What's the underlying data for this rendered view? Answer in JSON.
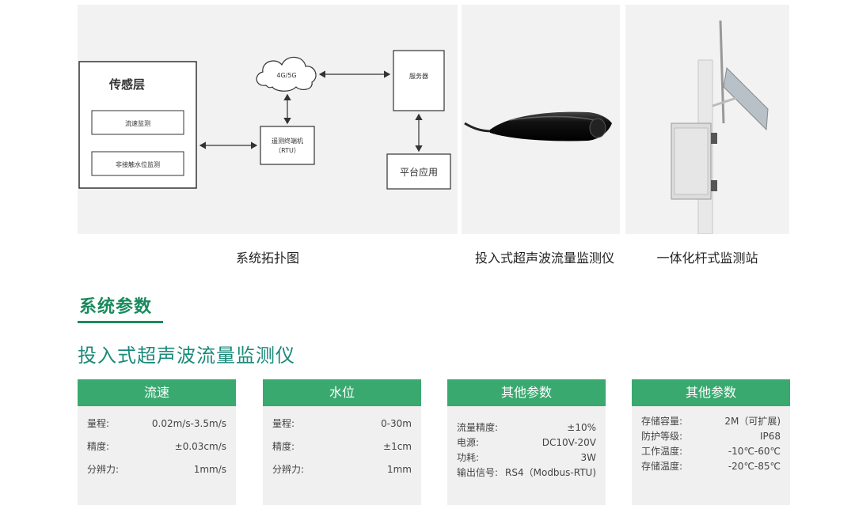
{
  "topology": {
    "sensing_layer": "传感层",
    "flow_monitor": "流速监测",
    "water_level_monitor": "非接触水位监测",
    "network": "4G/5G",
    "server": "服务器",
    "rtu_line1": "遥测终端机",
    "rtu_line2": "（RTU）",
    "platform": "平台应用"
  },
  "captions": {
    "topology": "系统拓扑图",
    "sensor": "投入式超声波流量监测仪",
    "pole": "一体化杆式监测站"
  },
  "section": {
    "heading": "系统参数",
    "product_title": "投入式超声波流量监测仪"
  },
  "colors": {
    "accent_green": "#3aa970",
    "heading_green": "#1a8a5e",
    "panel_gray": "#f2f2f2"
  },
  "cards": [
    {
      "title": "流速",
      "rows": [
        {
          "label": "量程:",
          "value": "0.02m/s-3.5m/s"
        },
        {
          "label": "精度:",
          "value": "±0.03cm/s"
        },
        {
          "label": "分辨力:",
          "value": "1mm/s"
        }
      ]
    },
    {
      "title": "水位",
      "rows": [
        {
          "label": "量程:",
          "value": "0-30m"
        },
        {
          "label": "精度:",
          "value": "±1cm"
        },
        {
          "label": "分辨力:",
          "value": "1mm"
        }
      ]
    },
    {
      "title": "其他参数",
      "rows": [
        {
          "label": "流量精度:",
          "value": "±10%"
        },
        {
          "label": "电源:",
          "value": "DC10V-20V"
        },
        {
          "label": "功耗:",
          "value": "3W"
        },
        {
          "label": "输出信号:",
          "value": "RS4（Modbus-RTU)"
        }
      ]
    },
    {
      "title": "其他参数",
      "rows": [
        {
          "label": "存储容量:",
          "value": "2M（可扩展)"
        },
        {
          "label": "防护等级:",
          "value": "IP68"
        },
        {
          "label": "工作温度:",
          "value": "-10℃-60℃"
        },
        {
          "label": "存储温度:",
          "value": "-20℃-85℃"
        }
      ]
    }
  ]
}
